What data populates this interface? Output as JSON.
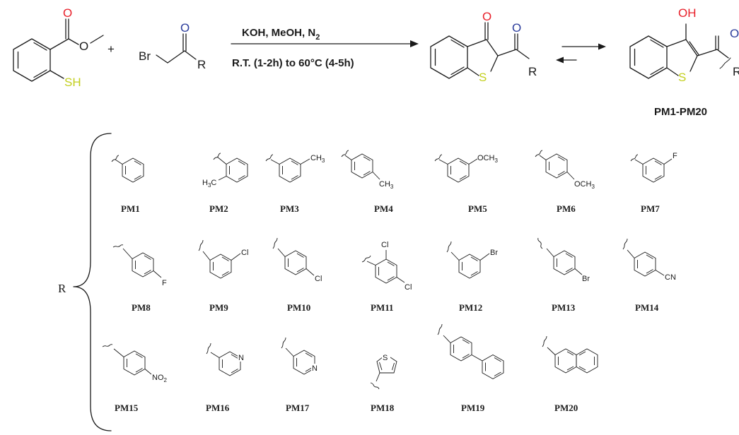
{
  "colors": {
    "oxygen": "#e8202a",
    "carbonyl": "#2c3d9c",
    "sulfur": "#c3cf1e",
    "bond": "#1a1a1a"
  },
  "reaction": {
    "ester_o": "O",
    "ester_o2": "O",
    "thiol": "SH",
    "plus": "+",
    "br": "Br",
    "ketone_o": "O",
    "r1": "R",
    "conditions_line1_pre": "KOH, MeOH, N",
    "conditions_line1_sub": "2",
    "conditions_line2": "R.T. (1-2h) to 60°C (4-5h)",
    "keto_ring_o": "O",
    "keto_acyl_o": "O",
    "keto_s": "S",
    "r2": "R",
    "enol_oh": "OH",
    "enol_acyl_o": "O",
    "enol_s": "S",
    "r3": "R",
    "product_label": "PM1-PM20"
  },
  "r_label": "R",
  "compounds": [
    {
      "label": "PM1"
    },
    {
      "label": "PM2",
      "subst": "H3C"
    },
    {
      "label": "PM3",
      "subst": "CH3"
    },
    {
      "label": "PM4",
      "subst": "CH3"
    },
    {
      "label": "PM5",
      "subst": "OCH3"
    },
    {
      "label": "PM6",
      "subst": "OCH3"
    },
    {
      "label": "PM7",
      "subst": "F"
    },
    {
      "label": "PM8",
      "subst": "F"
    },
    {
      "label": "PM9",
      "subst": "Cl"
    },
    {
      "label": "PM10",
      "subst": "Cl"
    },
    {
      "label": "PM11",
      "subst": "Cl",
      "subst2": "Cl"
    },
    {
      "label": "PM12",
      "subst": "Br"
    },
    {
      "label": "PM13",
      "subst": "Br"
    },
    {
      "label": "PM14",
      "subst": "CN"
    },
    {
      "label": "PM15",
      "subst": "NO2"
    },
    {
      "label": "PM16",
      "subst": "N"
    },
    {
      "label": "PM17",
      "subst": "N"
    },
    {
      "label": "PM18",
      "subst": "S"
    },
    {
      "label": "PM19"
    },
    {
      "label": "PM20"
    }
  ]
}
